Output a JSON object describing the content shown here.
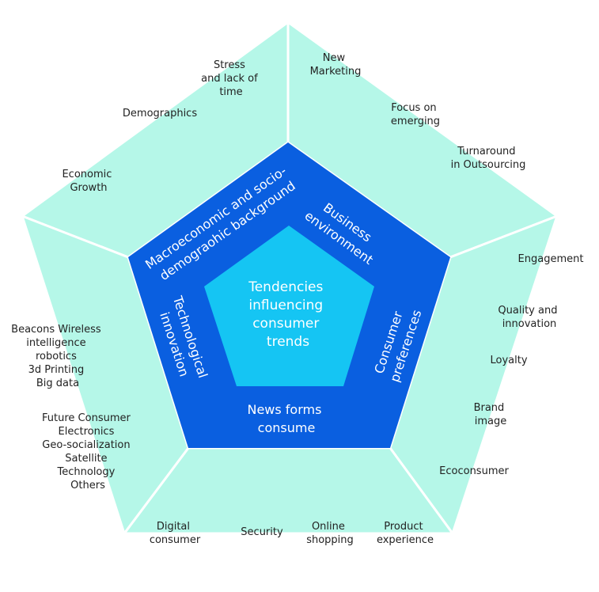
{
  "colors": {
    "outer_fill": "#b5f7e8",
    "outer_line": "#ffffff",
    "middle_fill": "#0a5fe0",
    "core_fill": "#15c5f3"
  },
  "core": {
    "lines": [
      "Tendencies",
      "influencing",
      "consumer",
      "trends"
    ]
  },
  "categories": {
    "macro": [
      "Macroeconomic and socio-",
      "demograohic background"
    ],
    "business": [
      "Business",
      "environment"
    ],
    "consumer": [
      "Consumer",
      "preferences"
    ],
    "news": [
      "News forms",
      "consume"
    ],
    "tech": [
      "Technological",
      "innovation"
    ]
  },
  "outer": {
    "stress": [
      "Stress",
      "and lack of",
      "time"
    ],
    "demographics": [
      "Demographics"
    ],
    "economic": [
      "Economic",
      "Growth"
    ],
    "new_marketing": [
      "New",
      "Marketing"
    ],
    "focus": [
      "Focus on",
      "emerging"
    ],
    "turnaround": [
      "Turnaround",
      "in Outsourcing"
    ],
    "engagement": [
      "Engagement"
    ],
    "quality": [
      "Quality and",
      "innovation"
    ],
    "loyalty": [
      "Loyalty"
    ],
    "brand": [
      "Brand",
      "image"
    ],
    "ecoconsumer": [
      "Ecoconsumer"
    ],
    "beacons": [
      "Beacons Wireless",
      "intelligence",
      "robotics",
      "3d Printing",
      "Big data"
    ],
    "future": [
      "Future Consumer",
      "Electronics",
      "Geo-socialization",
      "Satellite",
      "Technology",
      "Others"
    ],
    "digital": [
      "Digital",
      "consumer"
    ],
    "security": [
      "Security"
    ],
    "online": [
      "Online",
      "shopping"
    ],
    "product": [
      "Product",
      "experience"
    ]
  }
}
